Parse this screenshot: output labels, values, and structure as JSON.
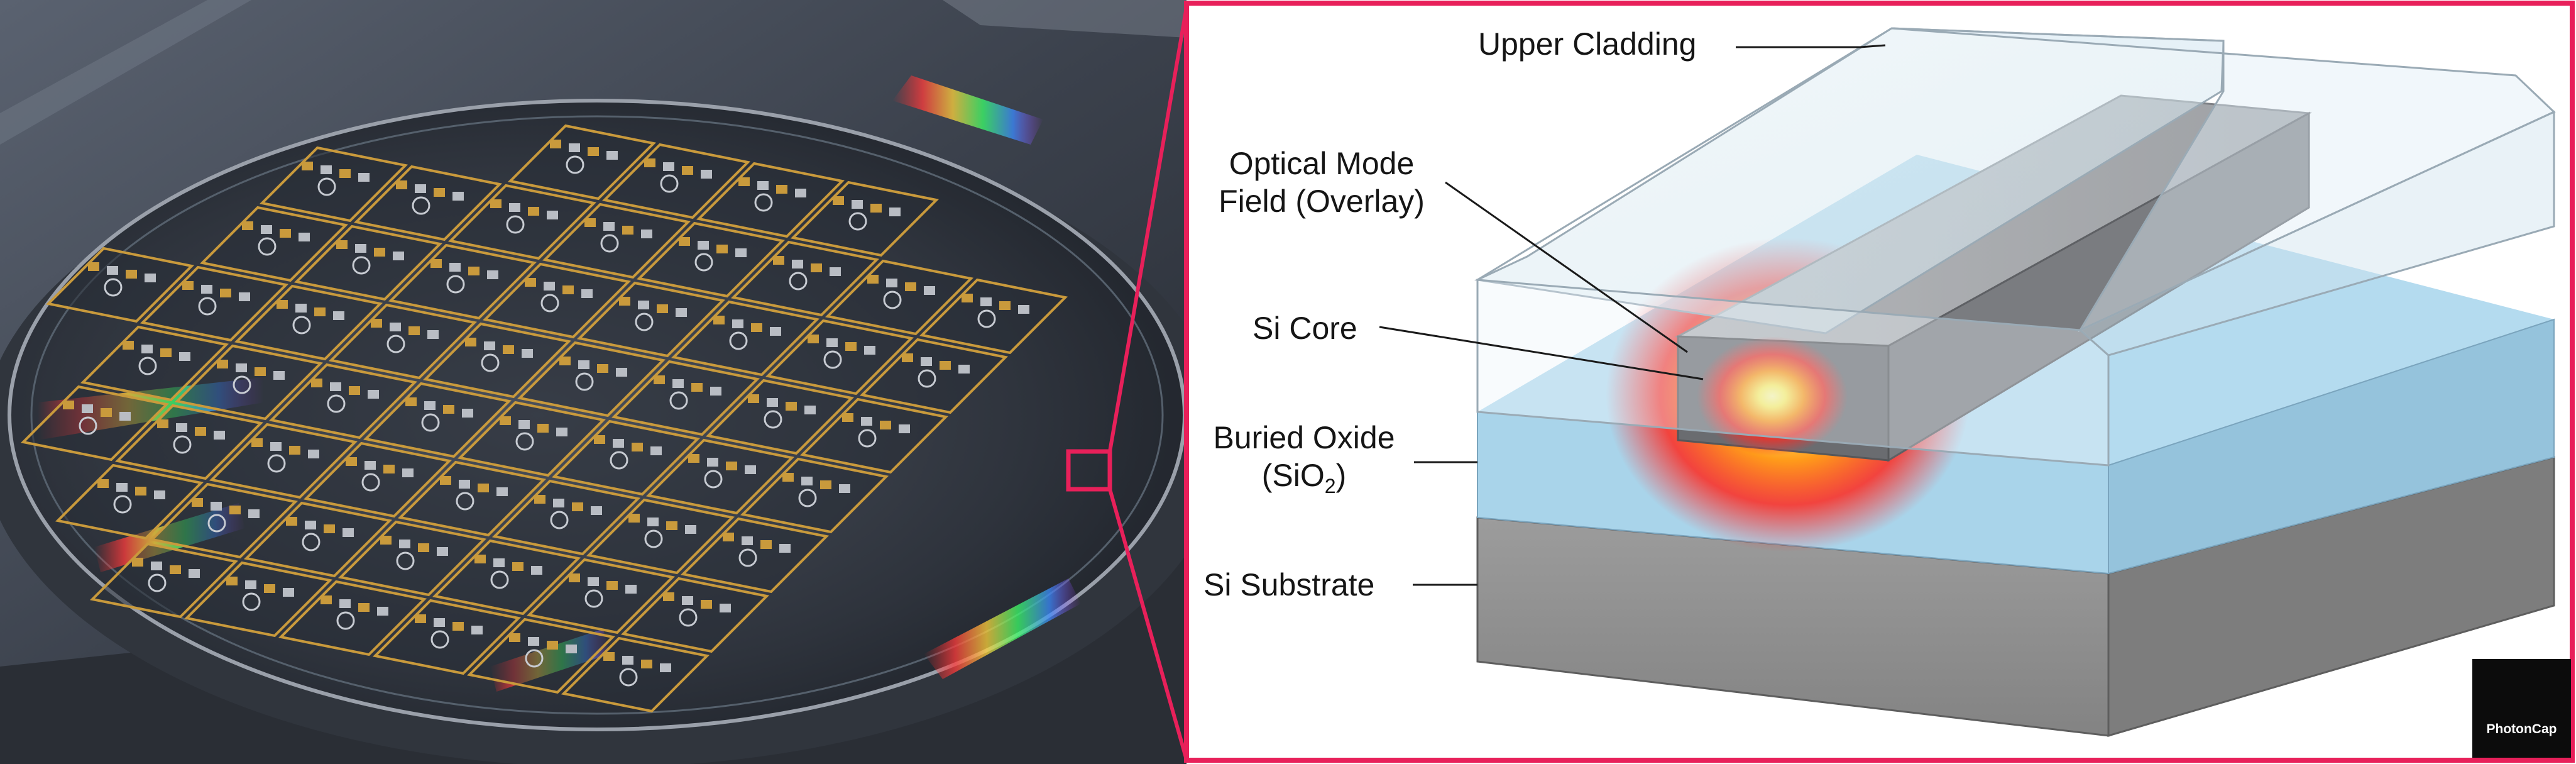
{
  "callouts": {
    "upper_cladding": "Upper Cladding",
    "optical_mode_line1": "Optical Mode",
    "optical_mode_line2": "Field (Overlay)",
    "si_core": "Si Core",
    "buried_oxide_line1": "Buried Oxide",
    "buried_oxide_line2_prefix": "(SiO",
    "buried_oxide_subscript": "2",
    "buried_oxide_line2_suffix": ")",
    "si_substrate": "Si Substrate"
  },
  "logo": {
    "text": "PhotonCap",
    "icon": "sparkle-icon"
  },
  "colors": {
    "frame": "#e8205a",
    "cladding": "#d4e6ef",
    "buried_oxide": "#a9d4ea",
    "substrate": "#8b8b8b",
    "core": "#7a7c80",
    "mode_hot": "#fff36a",
    "mode_mid": "#ff7a00",
    "mode_edge": "#ff1a1a",
    "wafer_gold": "#c99a3c",
    "wafer_dark": "#2c3038"
  }
}
